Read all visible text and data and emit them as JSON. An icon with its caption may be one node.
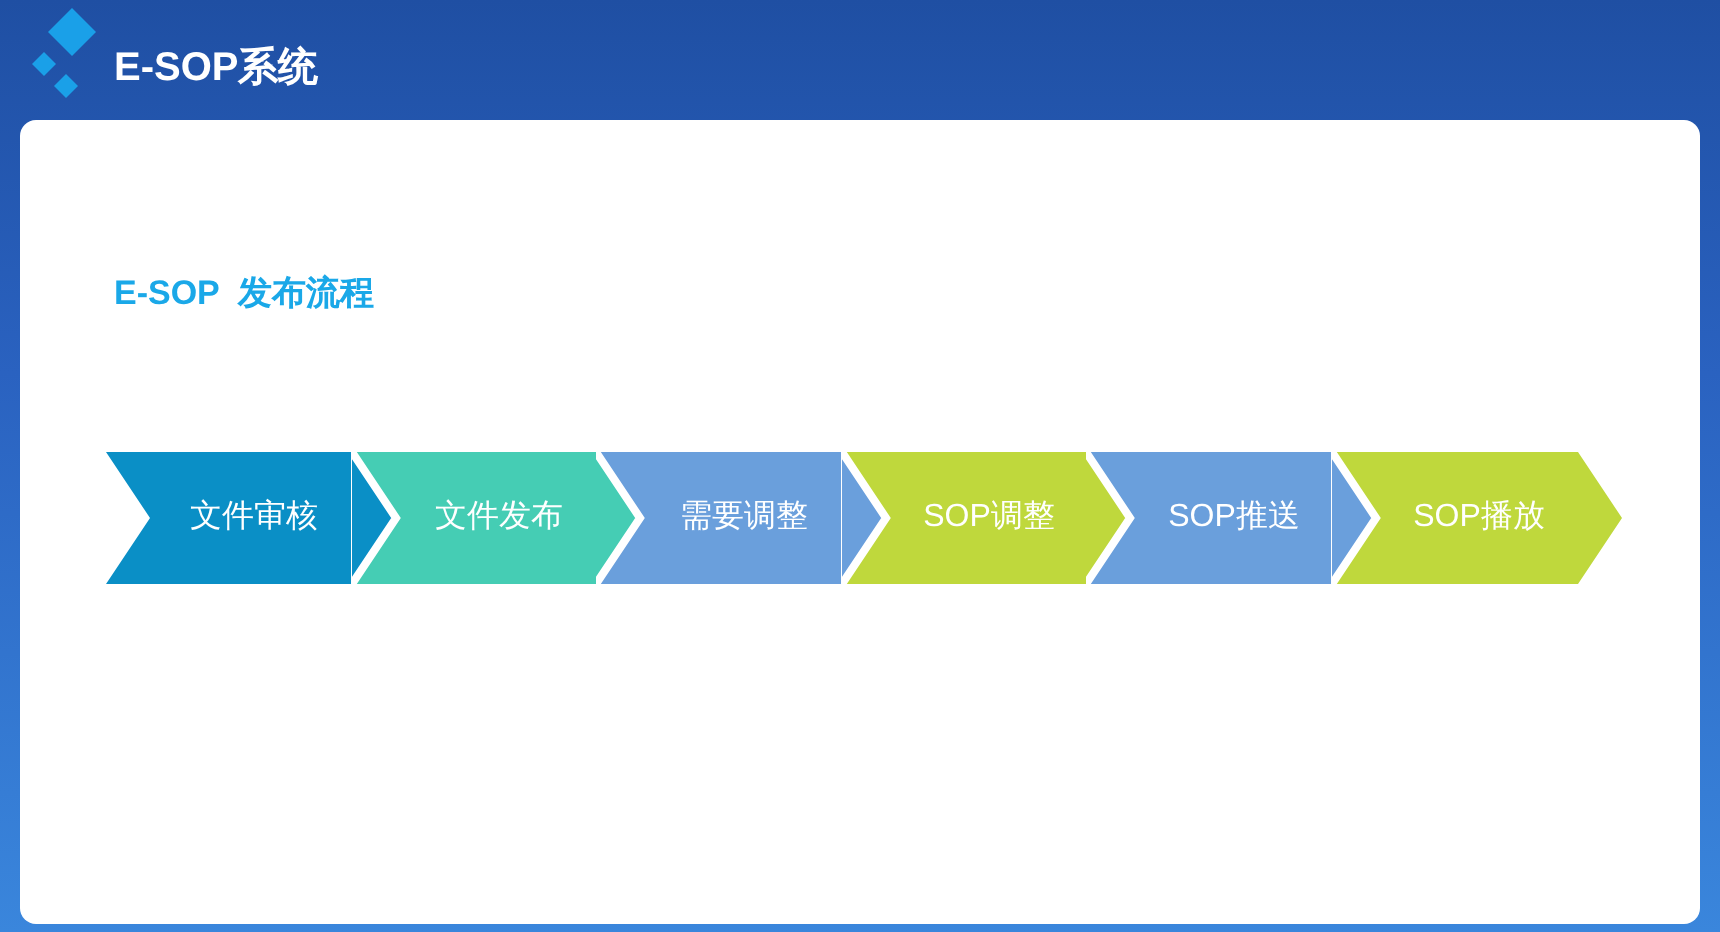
{
  "diagram": {
    "title": "E-SOP系统",
    "nodes": [
      {
        "text": [
          "文件审核"
        ]
      },
      {
        "text": [
          "文件发布"
        ]
      },
      {
        "text": [
          "需要调整"
        ]
      },
      {
        "text": [
          "SOP调整"
        ]
      },
      {
        "text": [
          "SOP推送"
        ]
      },
      {
        "text": [
          "SOP播放"
        ]
      }
    ],
    "labels": [
      "E-SOP  发布流程"
    ]
  }
}
